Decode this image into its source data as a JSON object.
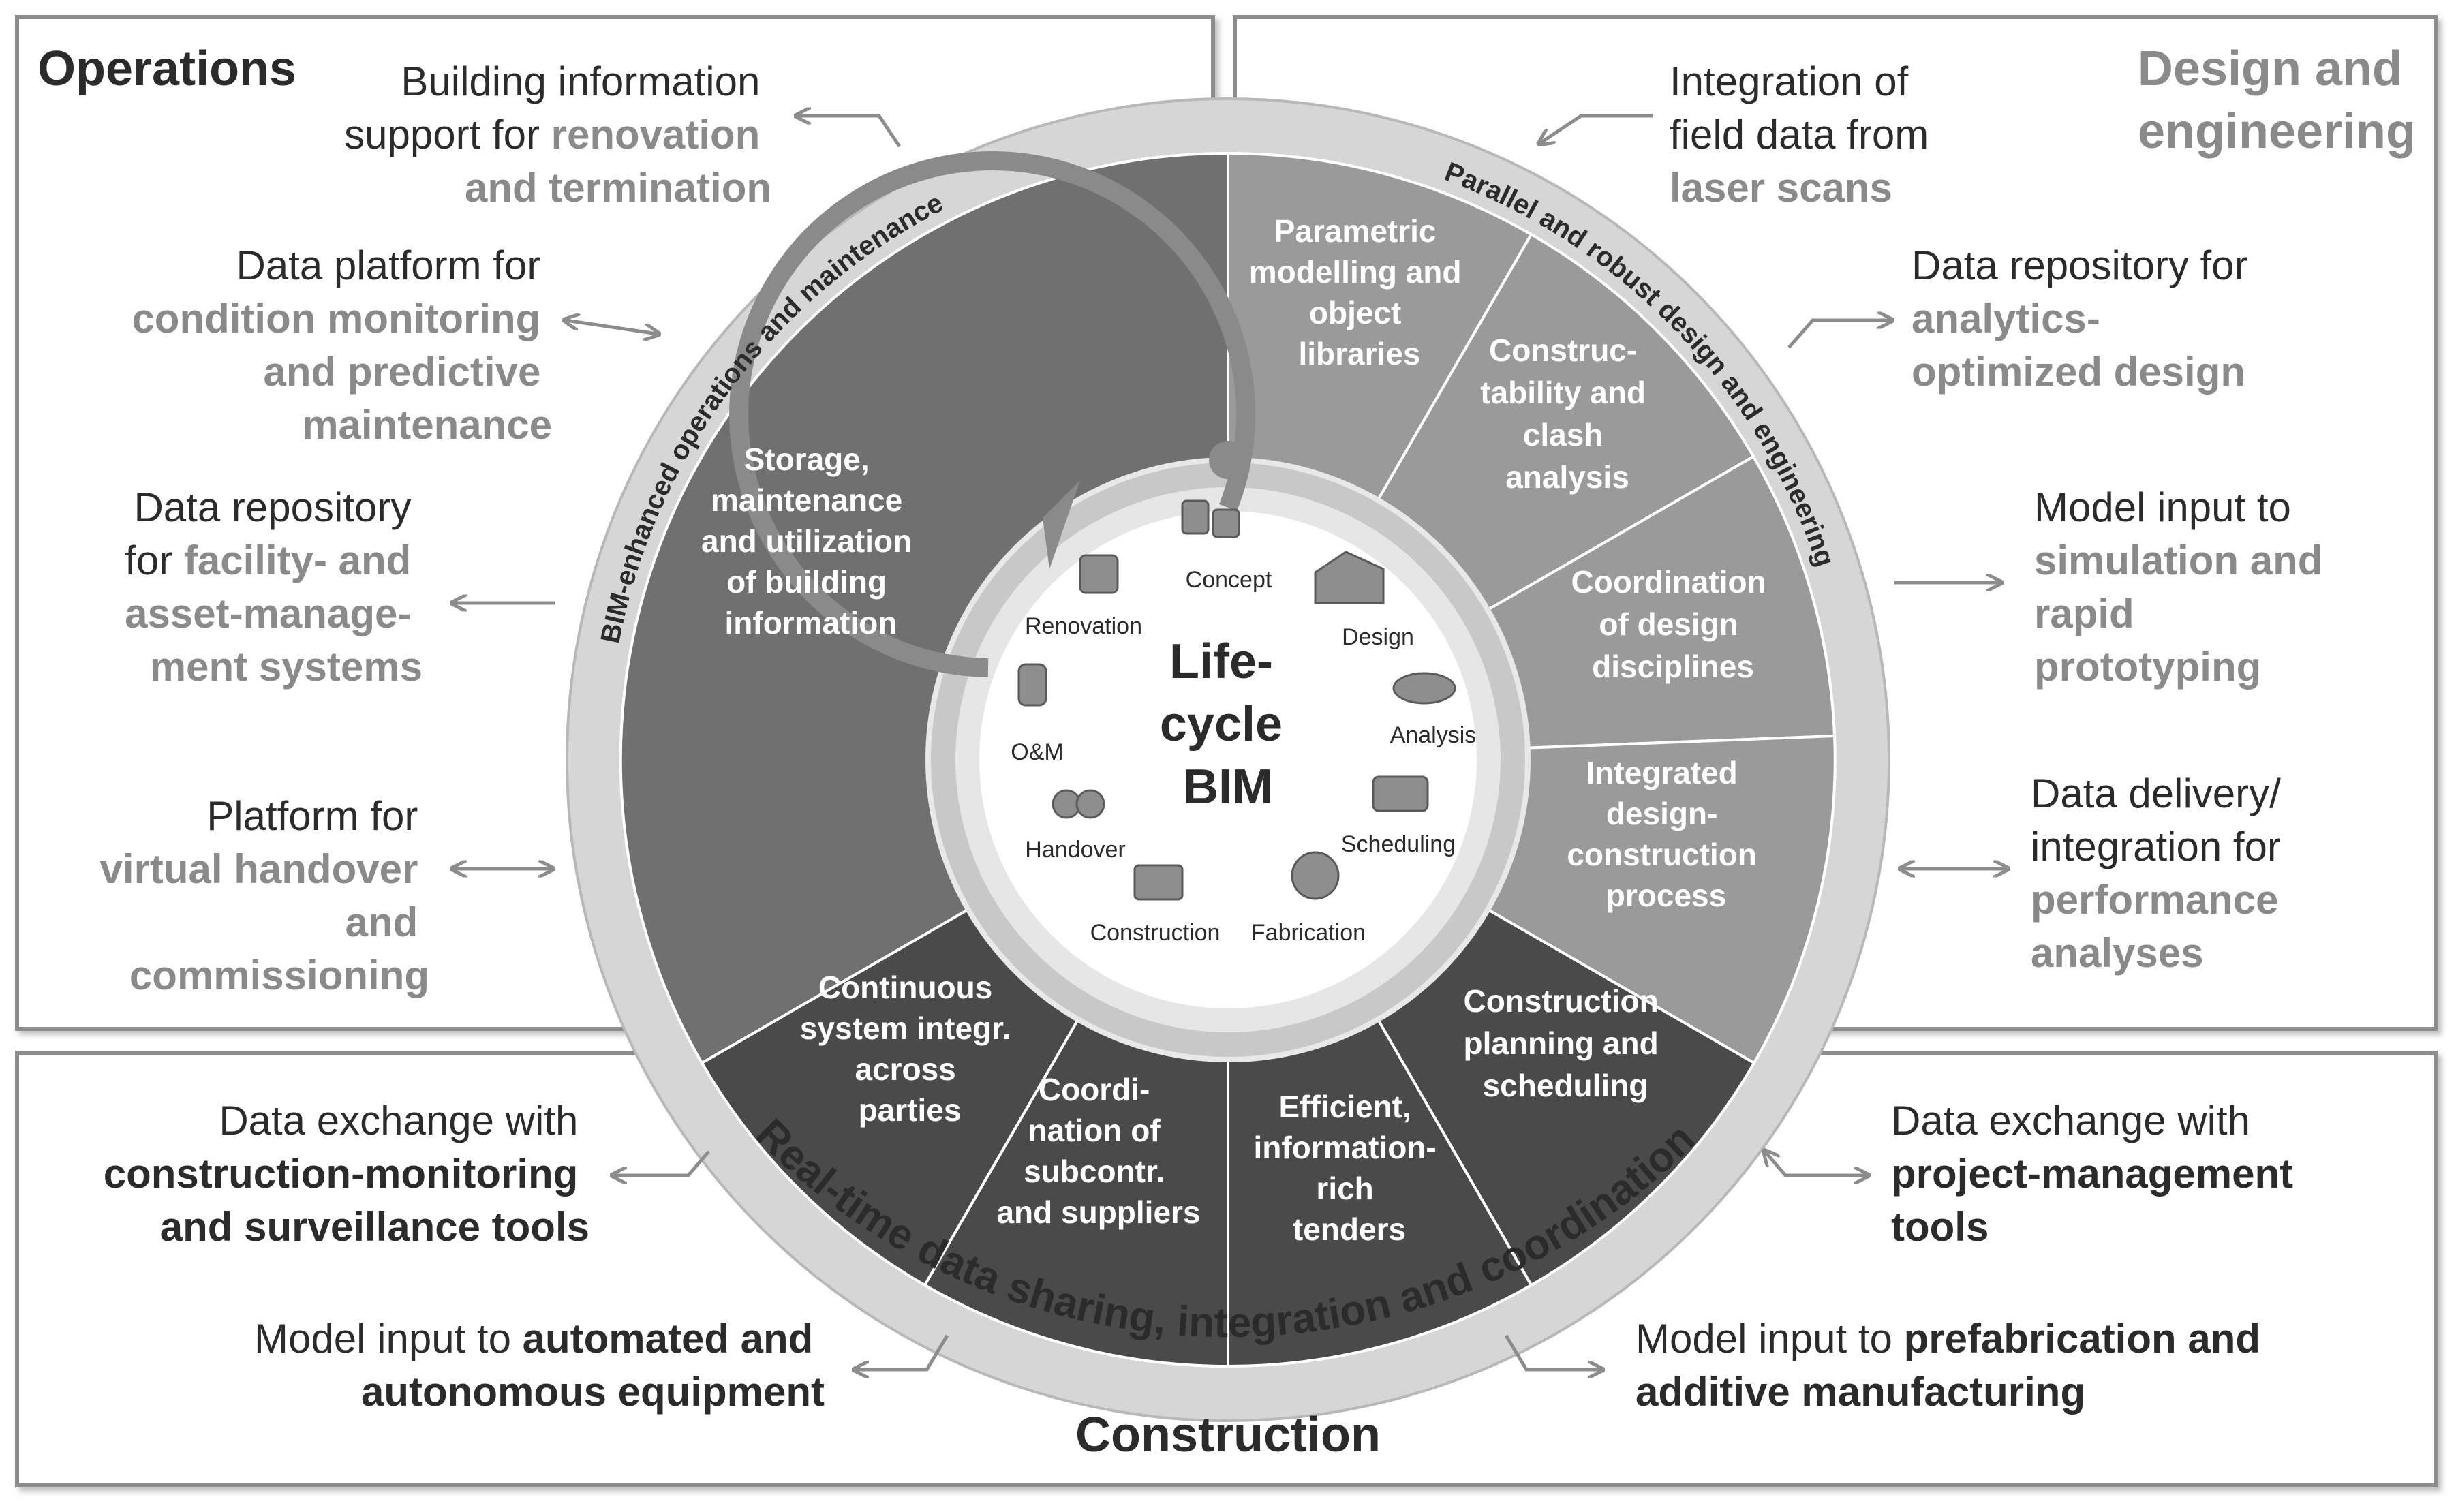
{
  "quadrants": {
    "operations": {
      "title": "Operations"
    },
    "design": {
      "title_line1": "Design and",
      "title_line2": "engineering"
    },
    "construction": {
      "title": "Construction"
    }
  },
  "ring_labels": {
    "left": "BIM-enhanced operations and maintenance",
    "right": "Parallel and robust design and engineering",
    "bottom": "Real-time data sharing, integration and coordination"
  },
  "center": {
    "title_line1": "Life-",
    "title_line2": "cycle",
    "title_line3": "BIM",
    "stages": [
      "Concept",
      "Design",
      "Analysis",
      "Scheduling",
      "Fabrication",
      "Construction",
      "Handover",
      "O&M",
      "Renovation"
    ]
  },
  "segments": {
    "operations": {
      "storage": [
        "Storage,",
        "maintenance",
        "and utilization",
        "of building",
        "information"
      ]
    },
    "design": {
      "parametric": [
        "Parametric",
        "modelling and",
        "object",
        "libraries"
      ],
      "constructability": [
        "Construc-",
        "tability and",
        "clash",
        "analysis"
      ],
      "coordination": [
        "Coordination",
        "of design",
        "disciplines"
      ],
      "integrated": [
        "Integrated",
        "design-",
        "construction",
        "process"
      ]
    },
    "construction": {
      "planning": [
        "Construction",
        "planning and",
        "scheduling"
      ],
      "tenders": [
        "Efficient,",
        "information-",
        "rich",
        "tenders"
      ],
      "subcontr": [
        "Coordi-",
        "nation of",
        "subcontr.",
        "and suppliers"
      ],
      "continuous": [
        "Continuous",
        "system integr.",
        "across",
        "parties"
      ]
    }
  },
  "outer_labels": {
    "ops_renovation": {
      "l1_dark": "Building information",
      "l2_dark": "support for ",
      "l2_gray": "renovation",
      "l3_gray": "and termination"
    },
    "ops_condition": {
      "l1_dark": "Data platform for",
      "l2_gray": "condition monitoring",
      "l3_gray": "and predictive",
      "l4_gray": "maintenance"
    },
    "ops_facility": {
      "l1_dark": "Data repository",
      "l2_dark": "for ",
      "l2_gray": "facility- and",
      "l3_gray": "asset-manage-",
      "l4_gray": "ment systems"
    },
    "ops_handover": {
      "l1_dark": "Platform for",
      "l2_gray": "virtual handover",
      "l3_gray": "and",
      "l4_gray": "commissioning"
    },
    "des_laser": {
      "l1_dark": "Integration of",
      "l2_dark": "field data from",
      "l3_gray": "laser scans"
    },
    "des_analytics": {
      "l1_dark": "Data repository for",
      "l2_gray": "analytics-",
      "l3_gray": "optimized design"
    },
    "des_simulation": {
      "l1_dark": "Model input to",
      "l2_gray": "simulation and",
      "l3_gray": "rapid",
      "l4_gray": "prototyping"
    },
    "des_performance": {
      "l1_dark": "Data delivery/",
      "l2_dark": "integration for",
      "l3_gray": "performance",
      "l4_gray": "analyses"
    },
    "con_monitoring": {
      "l1_dark": "Data exchange with",
      "l2_bold": "construction-monitoring",
      "l3_bold": "and surveillance tools"
    },
    "con_automated": {
      "l1_dark": "Model input to ",
      "l1_bold": "automated and",
      "l2_bold": "autonomous equipment"
    },
    "con_project": {
      "l1_dark": "Data exchange with",
      "l2_bold": "project-management",
      "l3_bold": "tools"
    },
    "con_prefab": {
      "l1_dark": "Model input to ",
      "l1_bold": "prefabrication and",
      "l2_bold": "additive manufacturing"
    }
  },
  "colors": {
    "ops_segment": "#707070",
    "design_segment": "#9a9a9a",
    "construction_segment": "#4a4a4a",
    "ring": "#d2d2d2",
    "accent_gray": "#8a8a8a",
    "dark_text": "#2b2b2b"
  }
}
